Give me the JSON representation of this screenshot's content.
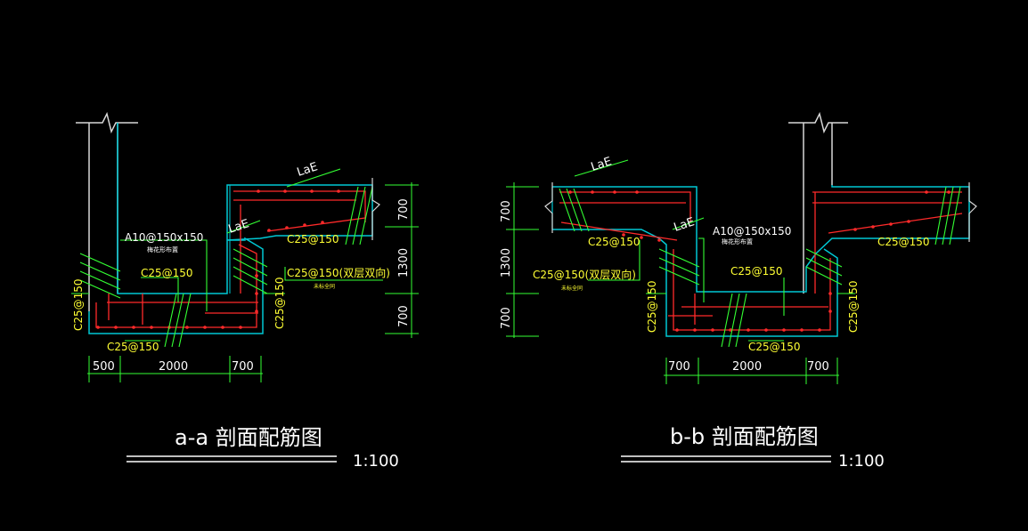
{
  "colors": {
    "background": "#000000",
    "structure": "#00c8d4",
    "rebar": "#ff2a2a",
    "dimension": "#33ff33",
    "label_yellow": "#ffff33",
    "text_white": "#ffffff",
    "wall": "#d8d8d8"
  },
  "section_a": {
    "title": "a-a 剖面配筋图",
    "scale": "1:100",
    "lae_top": "LaE",
    "lae_mid": "LaE",
    "stirrup": "A10@150x150",
    "stirrup_note": "梅花形布置",
    "bar_left_wall": "C25@150",
    "bar_bottom": "C25@150",
    "bar_slab": "C25@150",
    "bar_inner": "C25@150",
    "bar_step_wall": "C25@150",
    "bar_note": "C25@150(双层双向)",
    "bar_note2": "未标全同",
    "dims_h": [
      "500",
      "2000",
      "700"
    ],
    "dims_v": [
      "700",
      "1300",
      "700"
    ]
  },
  "section_b": {
    "title": "b-b 剖面配筋图",
    "scale": "1:100",
    "lae_top": "LaE",
    "lae_mid": "LaE",
    "stirrup": "A10@150x150",
    "stirrup_note": "梅花形布置",
    "bar_left_wall": "C25@150",
    "bar_right_wall": "C25@150",
    "bar_bottom": "C25@150",
    "bar_slab_left": "C25@150",
    "bar_slab_right": "C25@150",
    "bar_inner": "C25@150",
    "bar_note": "C25@150(双层双向)",
    "bar_note2": "未标全同",
    "dims_h": [
      "700",
      "2000",
      "700"
    ],
    "dims_v": [
      "700",
      "1300",
      "700"
    ]
  }
}
